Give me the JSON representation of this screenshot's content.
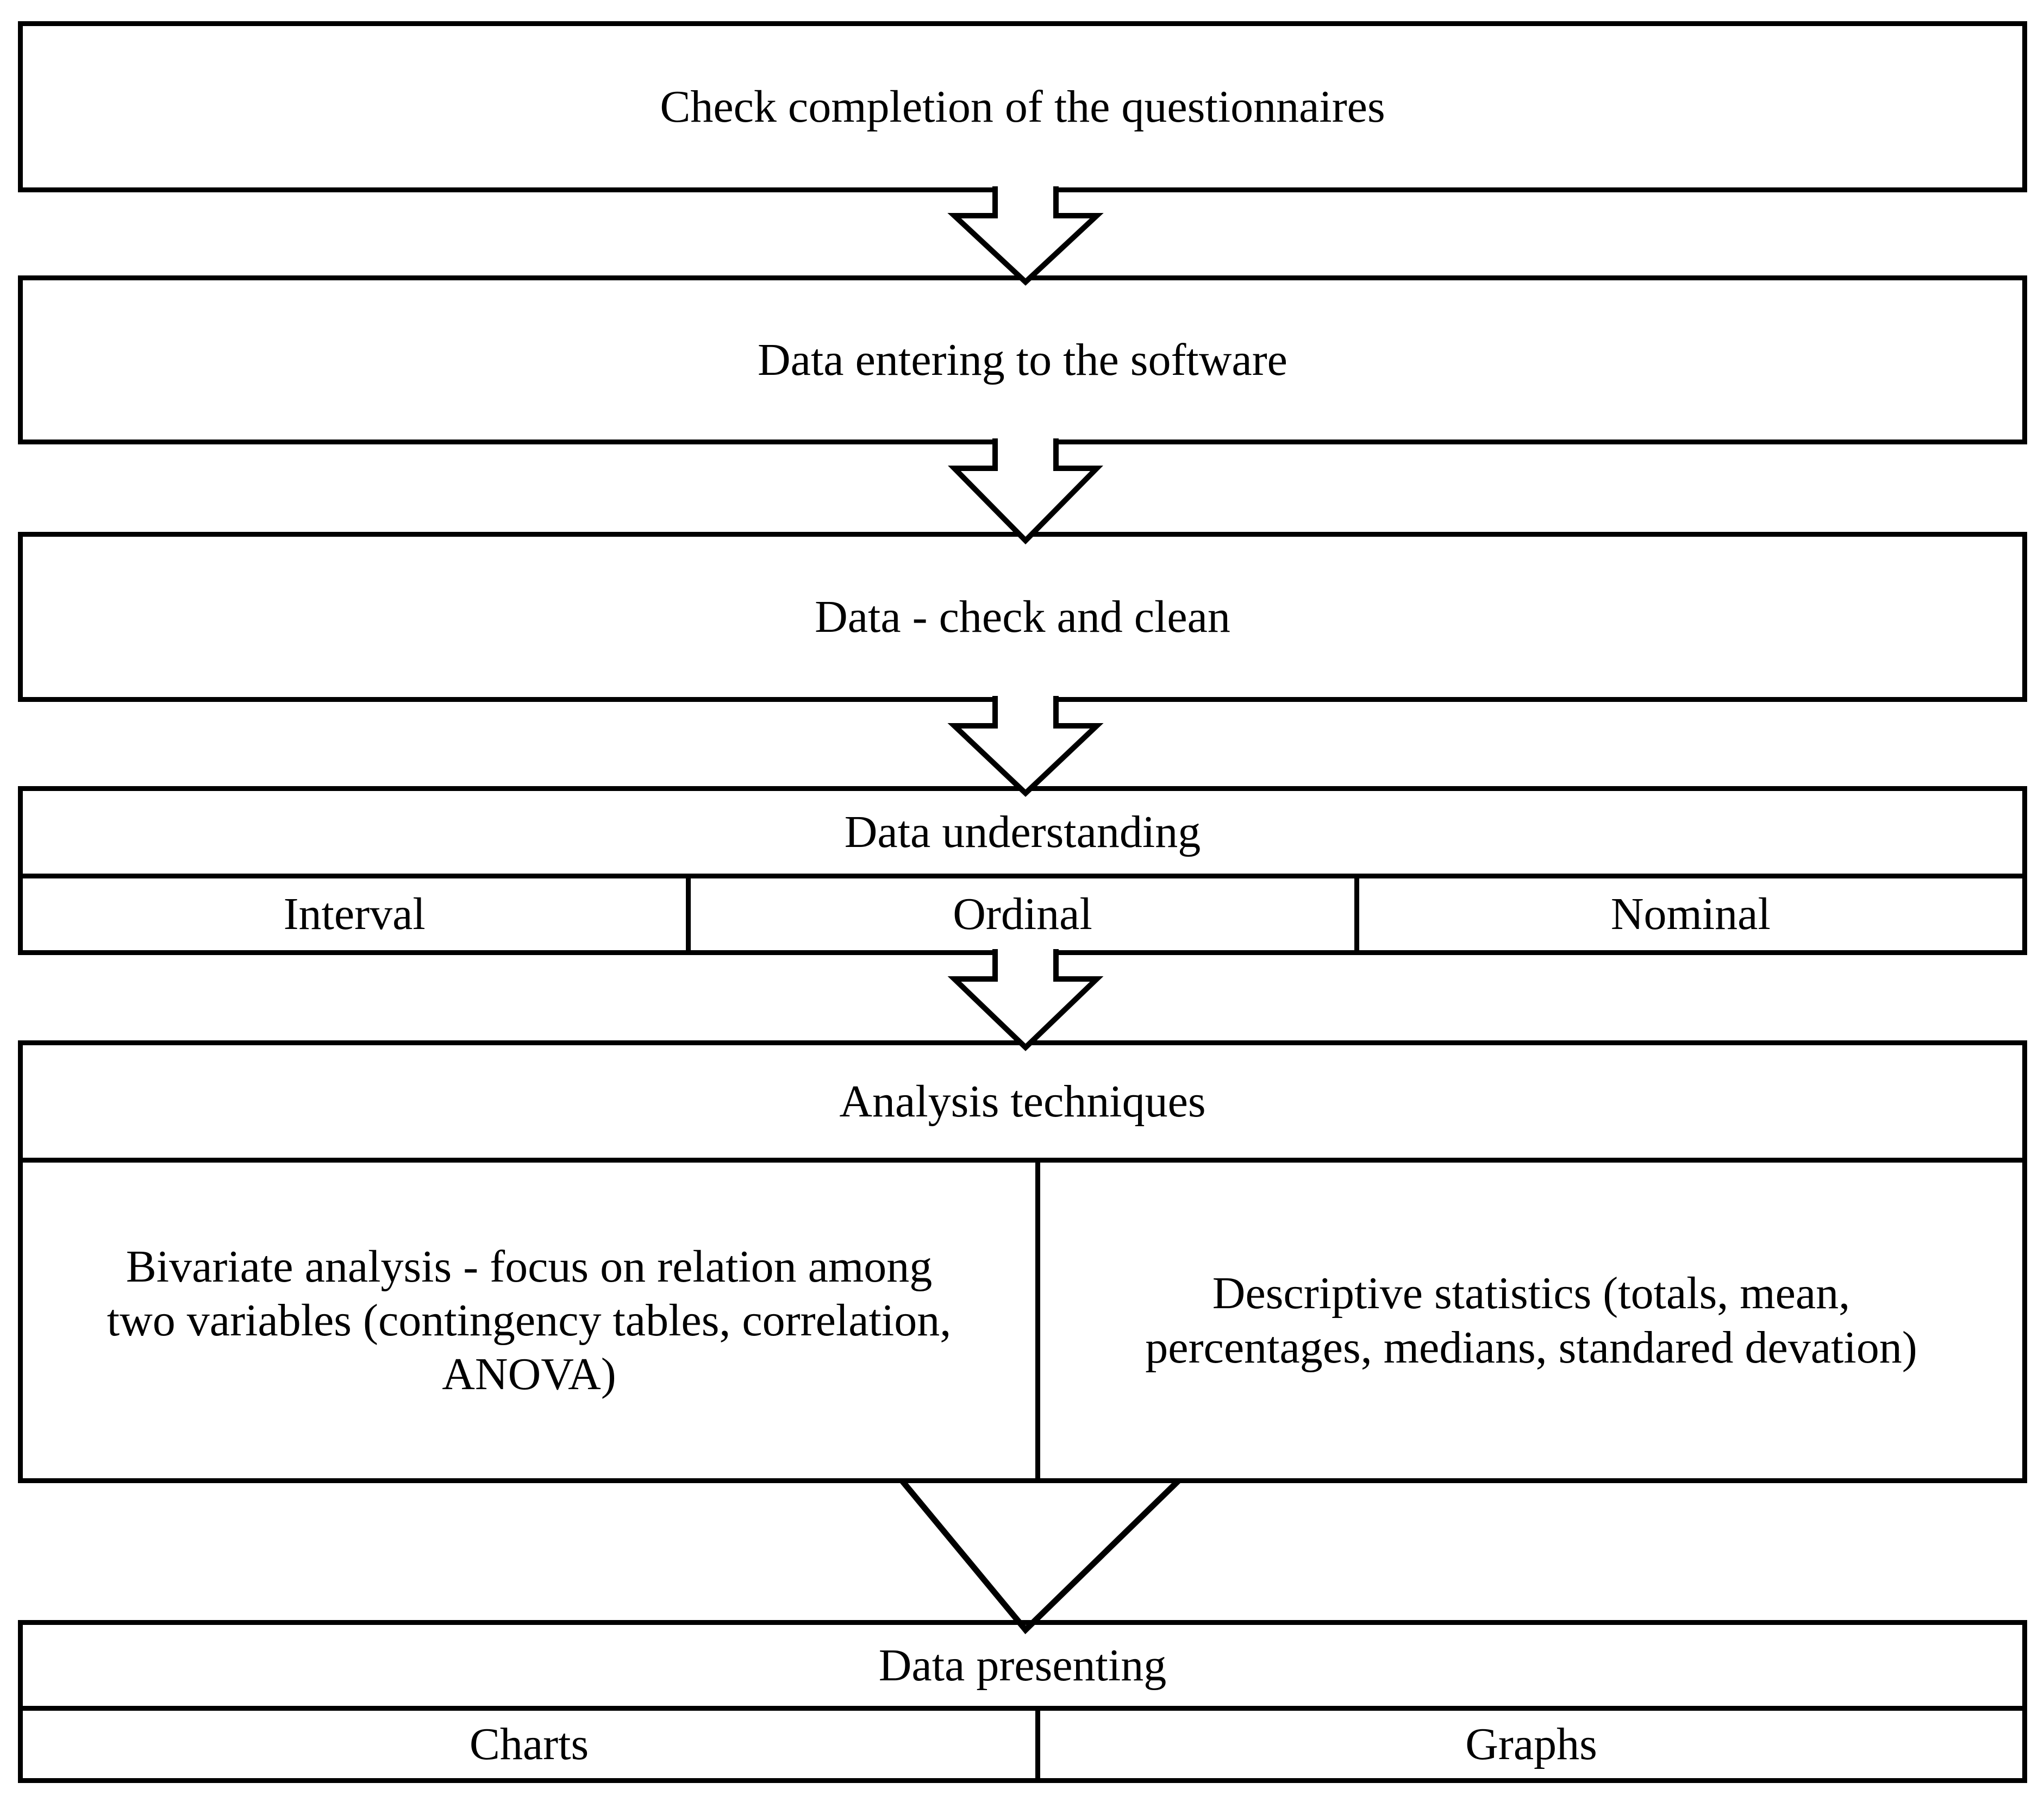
{
  "flowchart": {
    "steps": [
      {
        "label": "Check completion of the questionnaires"
      },
      {
        "label": "Data entering to the software"
      },
      {
        "label": "Data - check and clean"
      }
    ],
    "data_understanding": {
      "title": "Data understanding",
      "types": [
        {
          "label": "Interval"
        },
        {
          "label": "Ordinal"
        },
        {
          "label": "Nominal"
        }
      ]
    },
    "analysis": {
      "title": "Analysis techniques",
      "bivariate_lines": [
        "Bivariate analysis - focus on relation among",
        "two variables (contingency tables, correlation,",
        "ANOVA)"
      ],
      "descriptive_lines": [
        "Descriptive statistics (totals, mean,",
        "percentages, medians, standared devation)"
      ]
    },
    "presenting": {
      "title": "Data presenting",
      "types": [
        {
          "label": "Charts"
        },
        {
          "label": "Graphs"
        }
      ]
    },
    "colors": {
      "stroke": "#000000",
      "background": "#ffffff"
    }
  }
}
